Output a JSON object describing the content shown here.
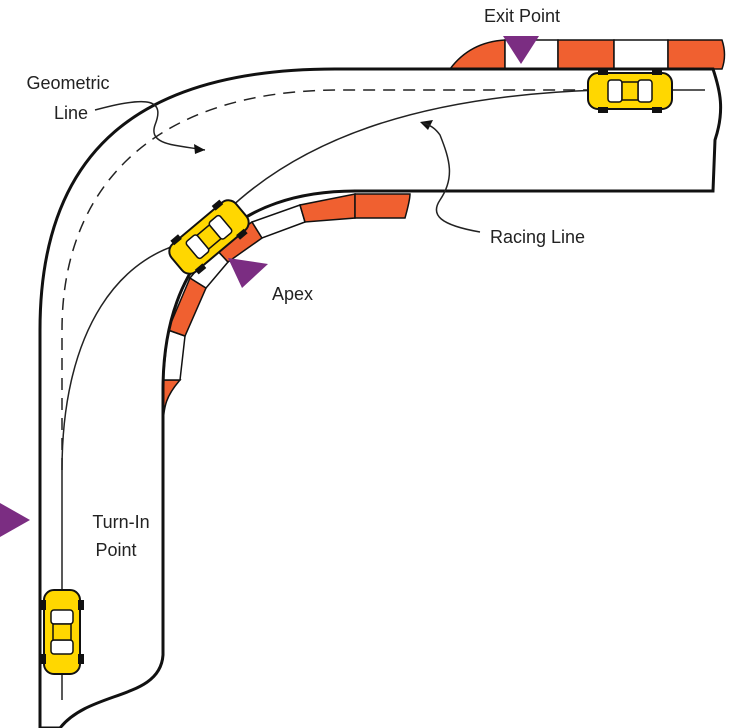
{
  "labels": {
    "exit_point": "Exit Point",
    "geometric_line_1": "Geometric",
    "geometric_line_2": "Line",
    "racing_line": "Racing Line",
    "apex": "Apex",
    "turn_in_1": "Turn-In",
    "turn_in_2": "Point"
  },
  "colors": {
    "curb_orange": "#f06030",
    "marker_purple": "#7b2d82",
    "car_yellow": "#ffd700",
    "track_outline": "#111111"
  }
}
